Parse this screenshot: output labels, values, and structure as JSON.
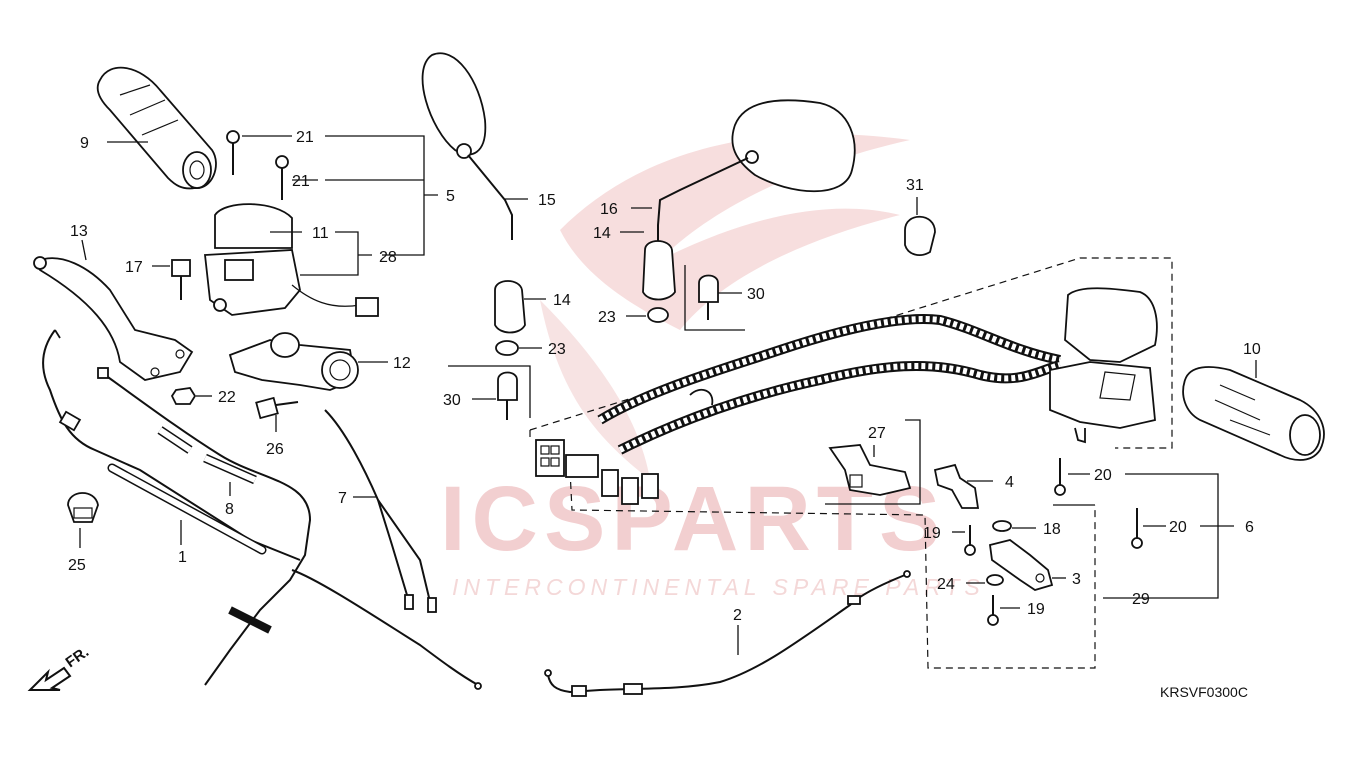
{
  "watermark": {
    "main": "ICSPARTS",
    "tagline": "INTERCONTINENTAL SPARE PARTS"
  },
  "diagram_code": "KRSVF0300C",
  "direction_label": "FR.",
  "callouts": {
    "c1": "1",
    "c2": "2",
    "c3": "3",
    "c4": "4",
    "c5": "5",
    "c6": "6",
    "c7": "7",
    "c8": "8",
    "c9": "9",
    "c10": "10",
    "c11": "11",
    "c12": "12",
    "c13": "13",
    "c14a": "14",
    "c14b": "14",
    "c15": "15",
    "c16": "16",
    "c17": "17",
    "c18": "18",
    "c19a": "19",
    "c19b": "19",
    "c20a": "20",
    "c20b": "20",
    "c21a": "21",
    "c21b": "21",
    "c22": "22",
    "c23a": "23",
    "c23b": "23",
    "c24": "24",
    "c25": "25",
    "c26": "26",
    "c27": "27",
    "c28": "28",
    "c29": "29",
    "c30a": "30",
    "c30b": "30",
    "c31": "31"
  }
}
